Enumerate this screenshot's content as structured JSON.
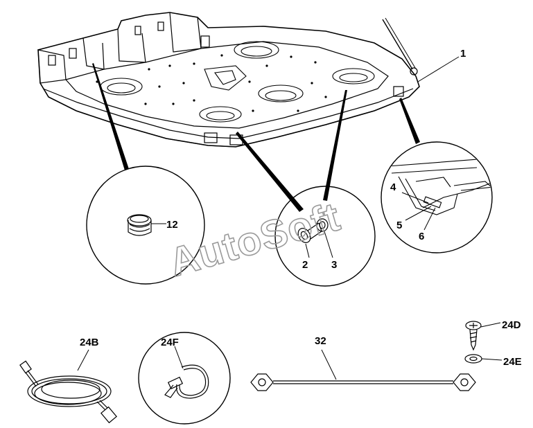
{
  "watermark": "AutoSoft",
  "callouts": [
    {
      "id": "1",
      "text": "1"
    },
    {
      "id": "2",
      "text": "2"
    },
    {
      "id": "3",
      "text": "3"
    },
    {
      "id": "4",
      "text": "4"
    },
    {
      "id": "5",
      "text": "5"
    },
    {
      "id": "6",
      "text": "6"
    },
    {
      "id": "12",
      "text": "12"
    },
    {
      "id": "24B",
      "text": "24B"
    },
    {
      "id": "24F",
      "text": "24F"
    },
    {
      "id": "32",
      "text": "32"
    },
    {
      "id": "24D",
      "text": "24D"
    },
    {
      "id": "24E",
      "text": "24E"
    }
  ],
  "colors": {
    "line": "#000000",
    "watermark": "#9a9a9a",
    "background": "#ffffff"
  }
}
